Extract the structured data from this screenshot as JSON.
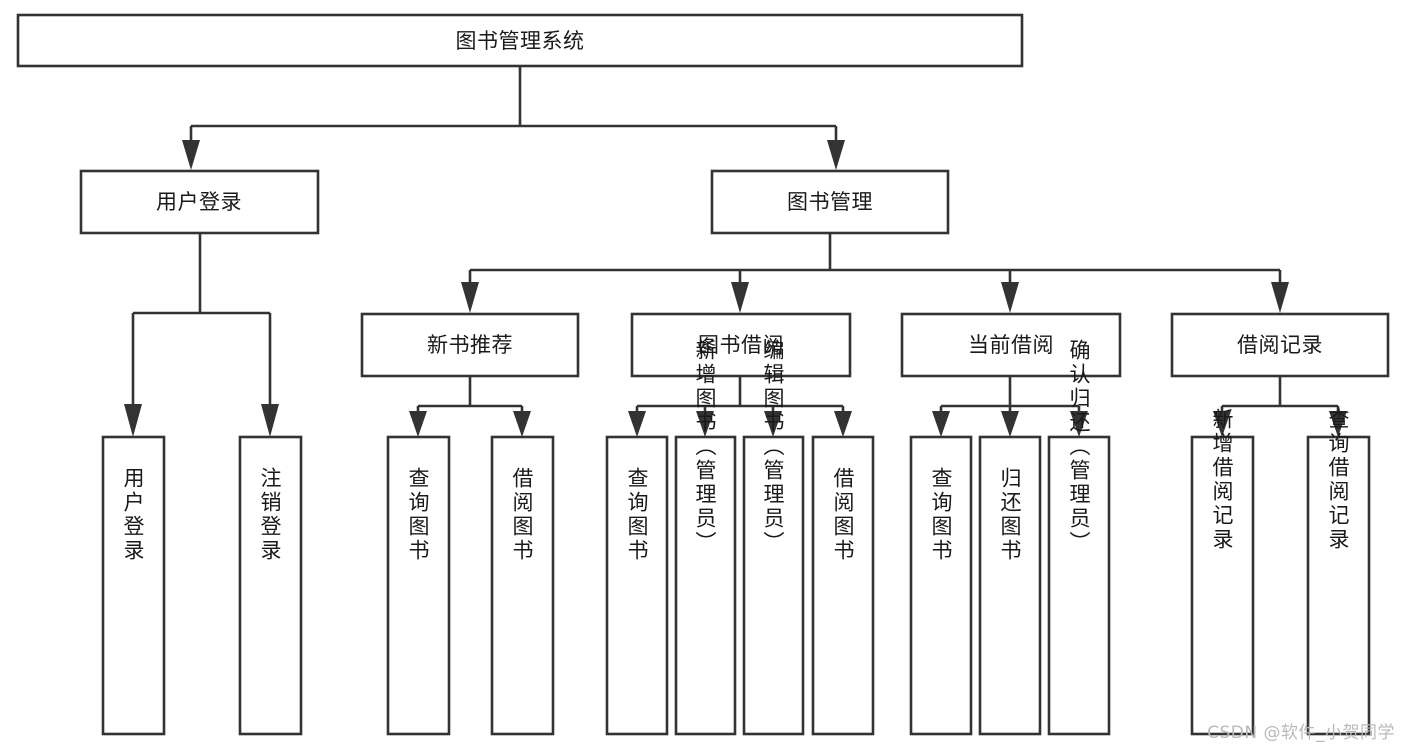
{
  "diagram": {
    "type": "tree-hierarchy-diagram",
    "title": "图书管理系统",
    "background_color": "#ffffff",
    "box_stroke_color": "#333333",
    "box_fill_color": "#ffffff",
    "text_color": "#1a1a1a",
    "levels": {
      "root": {
        "label": "图书管理系统",
        "orientation": "horizontal"
      },
      "level2": [
        {
          "label": "用户登录",
          "orientation": "horizontal"
        },
        {
          "label": "图书管理",
          "orientation": "horizontal"
        }
      ],
      "level3": [
        {
          "label": "新书推荐",
          "orientation": "horizontal",
          "parent": "图书管理"
        },
        {
          "label": "图书借阅",
          "orientation": "horizontal",
          "parent": "图书管理"
        },
        {
          "label": "当前借阅",
          "orientation": "horizontal",
          "parent": "图书管理"
        },
        {
          "label": "借阅记录",
          "orientation": "horizontal",
          "parent": "图书管理"
        }
      ],
      "leaves": [
        {
          "label": "用户登录",
          "orientation": "vertical",
          "parent": "用户登录"
        },
        {
          "label": "注销登录",
          "orientation": "vertical",
          "parent": "用户登录"
        },
        {
          "label": "查询图书",
          "orientation": "vertical",
          "parent": "新书推荐"
        },
        {
          "label": "借阅图书",
          "orientation": "vertical",
          "parent": "新书推荐"
        },
        {
          "label": "查询图书",
          "orientation": "vertical",
          "parent": "图书借阅"
        },
        {
          "label": "新增图书（管理员）",
          "orientation": "vertical",
          "parent": "图书借阅"
        },
        {
          "label": "编辑图书（管理员）",
          "orientation": "vertical",
          "parent": "图书借阅"
        },
        {
          "label": "借阅图书",
          "orientation": "vertical",
          "parent": "图书借阅"
        },
        {
          "label": "查询图书",
          "orientation": "vertical",
          "parent": "当前借阅"
        },
        {
          "label": "归还图书",
          "orientation": "vertical",
          "parent": "当前借阅"
        },
        {
          "label": "确认归还（管理员）",
          "orientation": "vertical",
          "parent": "当前借阅"
        },
        {
          "label": "新增借阅记录",
          "orientation": "vertical",
          "parent": "借阅记录"
        },
        {
          "label": "查询借阅记录",
          "orientation": "vertical",
          "parent": "借阅记录"
        }
      ]
    }
  },
  "watermark": {
    "text": "CSDN @软件_小贺同学",
    "color": "#b9b9b9"
  }
}
